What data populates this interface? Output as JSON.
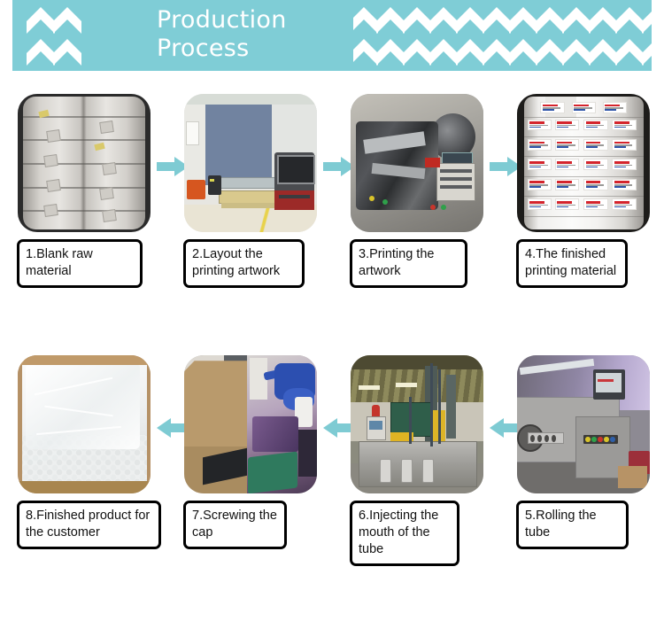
{
  "header": {
    "title_line1": "Production",
    "title_line2": "Process",
    "background_color": "#7fcdd6",
    "chevron_color": "#ffffff",
    "left_chevron_rows": 2,
    "left_chevrons_per_row": 2,
    "right_chevron_rows": 2,
    "right_chevrons_per_row": 6
  },
  "arrow": {
    "color": "#7ecbd3",
    "row1_direction": "right",
    "row2_direction": "left"
  },
  "steps": [
    {
      "number": "1",
      "label": "1.Blank raw material",
      "photo_name": "blank-raw-material-rolls",
      "row": 1,
      "column": 1
    },
    {
      "number": "2",
      "label": "2.Layout the printing artwork",
      "photo_name": "layout-printing-artwork-room",
      "row": 1,
      "column": 2
    },
    {
      "number": "3",
      "label": "3.Printing the artwork",
      "photo_name": "printing-press-machine",
      "row": 1,
      "column": 3
    },
    {
      "number": "4",
      "label": "4.The finished printing material",
      "photo_name": "finished-printed-roll",
      "row": 1,
      "column": 4
    },
    {
      "number": "5",
      "label": "5.Rolling the tube",
      "photo_name": "tube-rolling-machine",
      "row": 2,
      "column": 4
    },
    {
      "number": "6",
      "label": "6.Injecting the mouth of the tube",
      "photo_name": "injection-molding-machine",
      "row": 2,
      "column": 3
    },
    {
      "number": "7",
      "label": "7.Screwing the cap",
      "photo_name": "cap-screwing-machine",
      "row": 2,
      "column": 2
    },
    {
      "number": "8",
      "label": "8.Finished product for the customer",
      "photo_name": "finished-product-box",
      "row": 2,
      "column": 1
    }
  ]
}
